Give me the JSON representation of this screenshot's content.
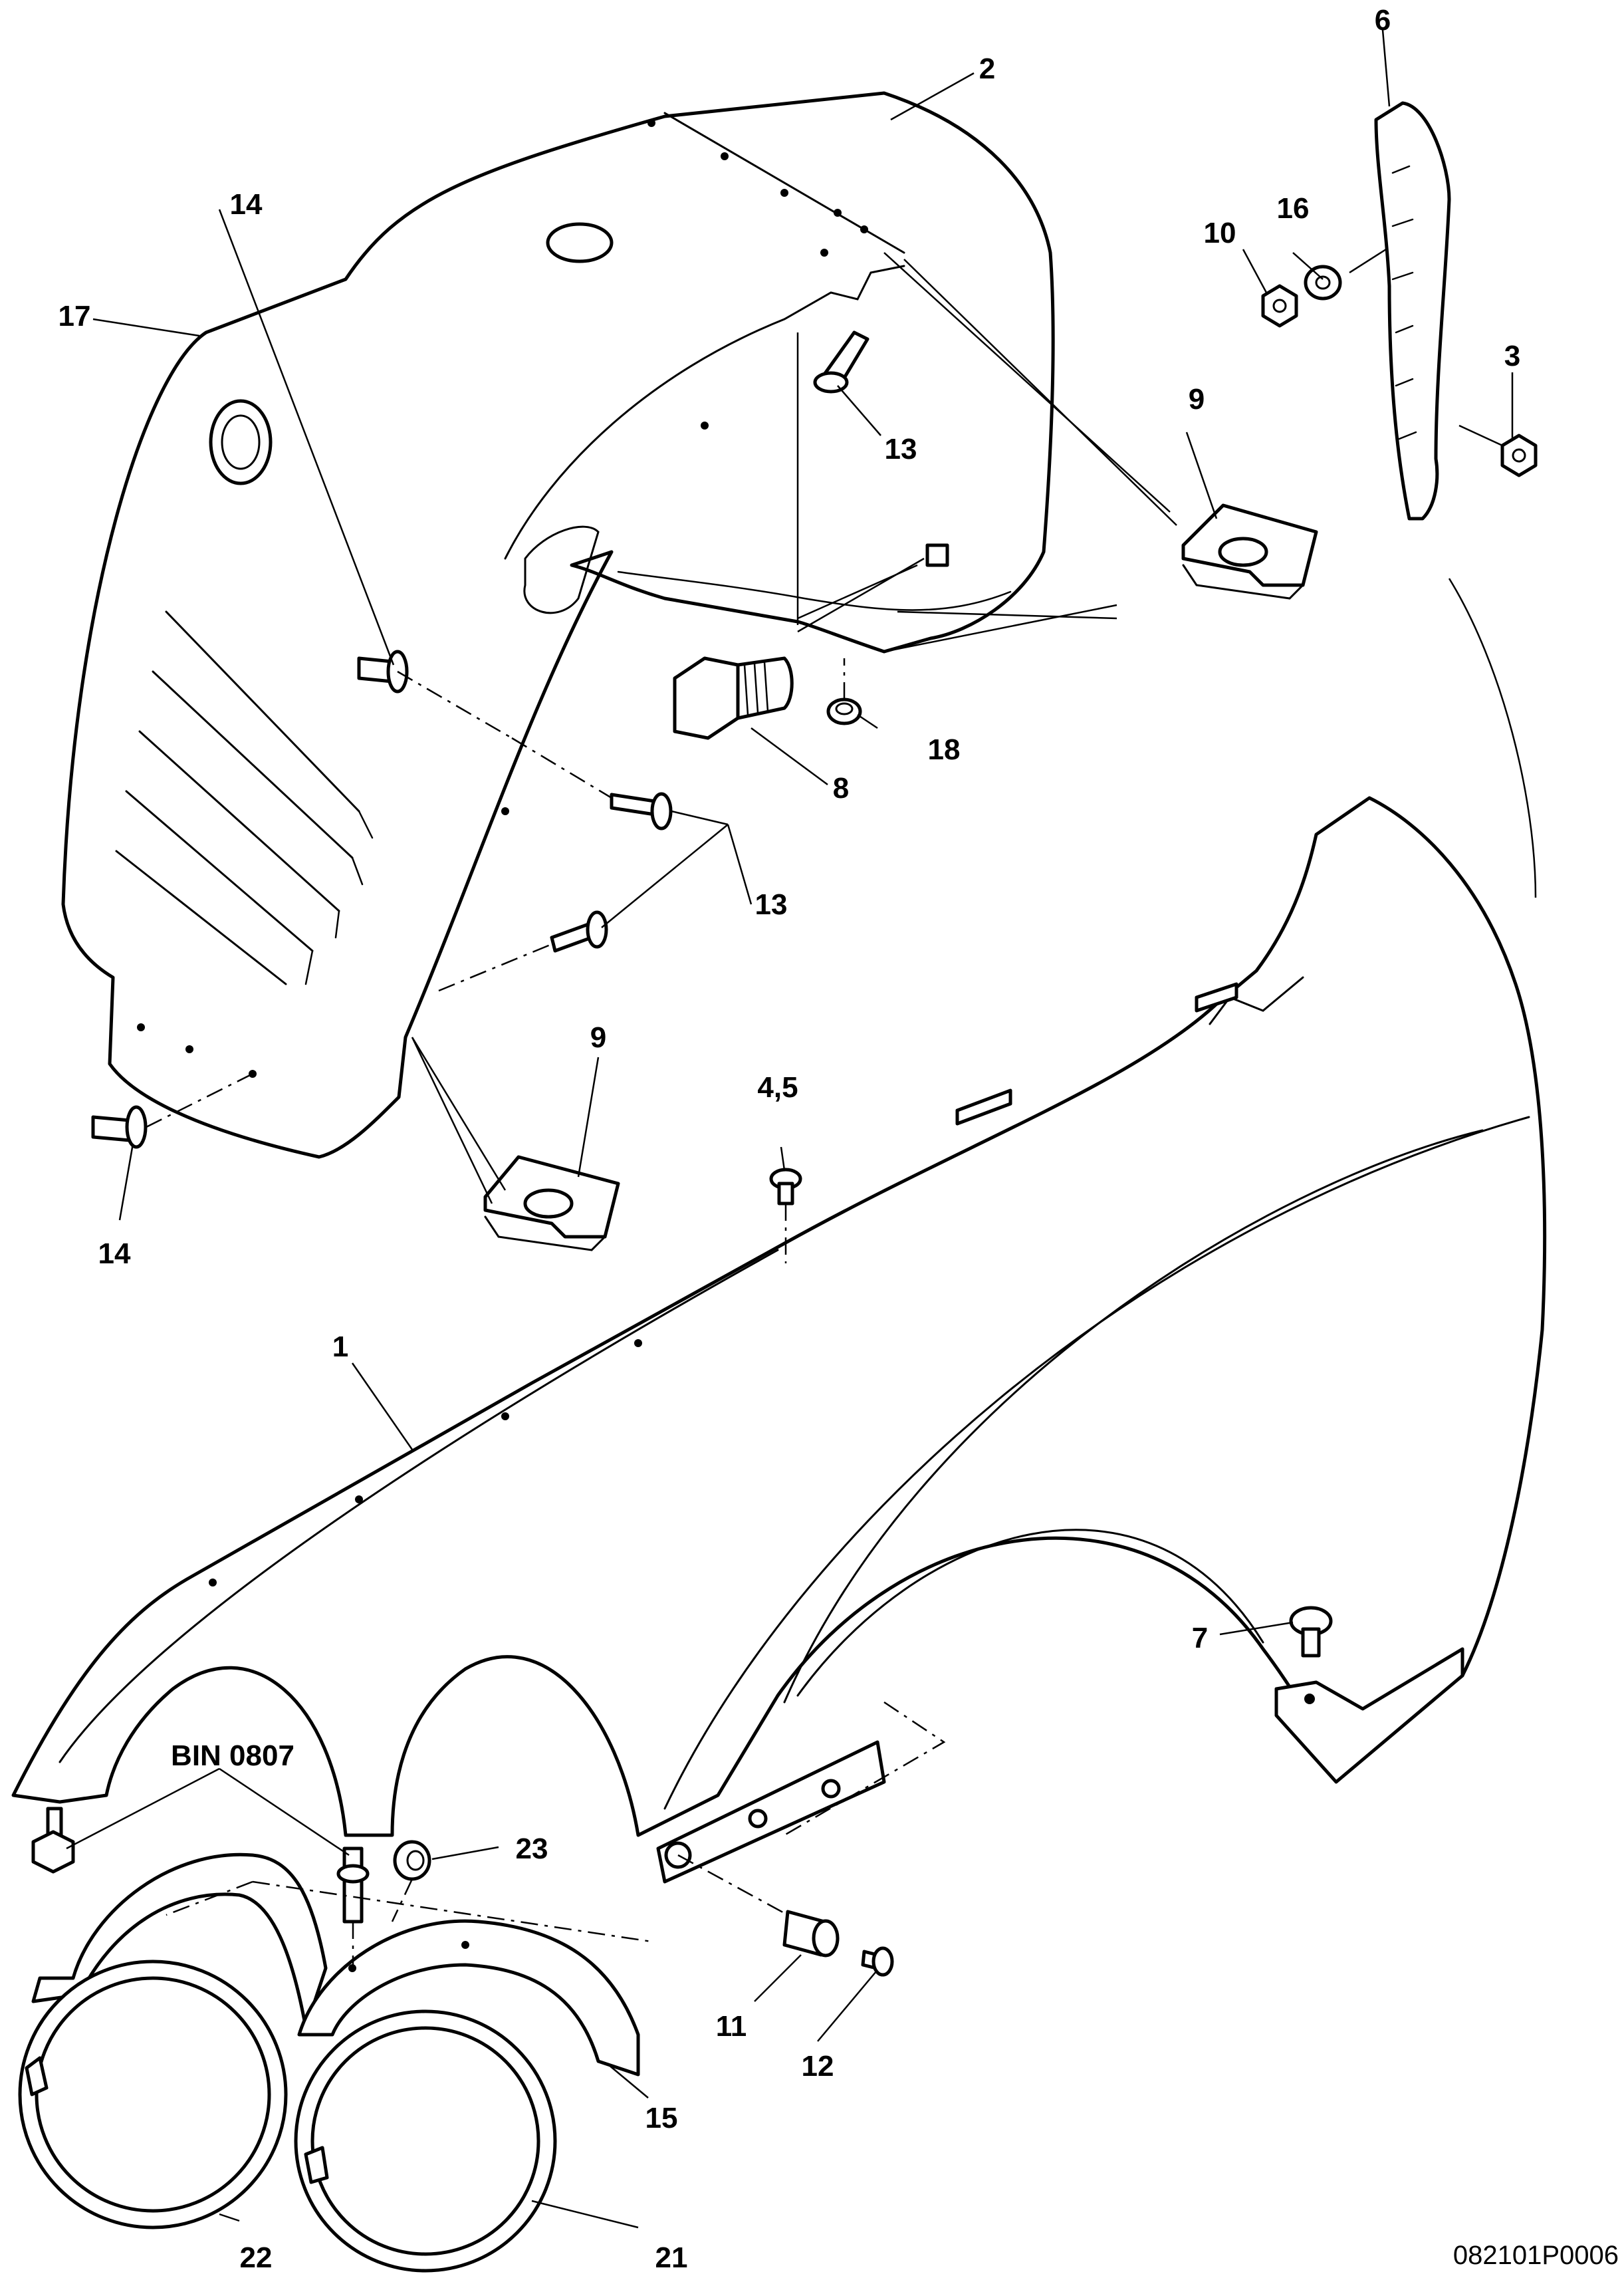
{
  "diagram": {
    "callouts": {
      "c1": "1",
      "c2": "2",
      "c3": "3",
      "c45": "4,5",
      "c6": "6",
      "c7": "7",
      "c8": "8",
      "c9a": "9",
      "c9b": "9",
      "c10": "10",
      "c11": "11",
      "c12": "12",
      "c13a": "13",
      "c13b": "13",
      "c14a": "14",
      "c14b": "14",
      "c15": "15",
      "c16": "16",
      "c17": "17",
      "c18": "18",
      "c21": "21",
      "c22": "22",
      "c23": "23",
      "bin": "BIN 0807"
    },
    "reference_code": "082101P0006"
  }
}
